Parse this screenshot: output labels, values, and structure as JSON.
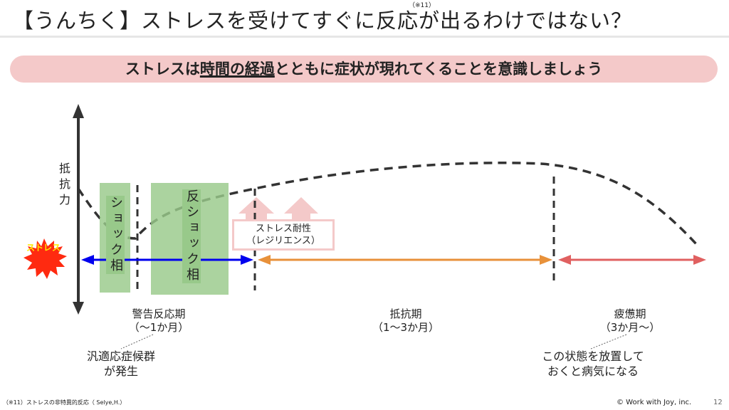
{
  "title": {
    "text": "【うんちく】ストレスを受けてすぐに反応が出るわけではない？",
    "note_ref": "（※11）"
  },
  "banner": {
    "pre": "ストレスは",
    "emphasis": "時間の経過",
    "post": "とともに症状が現れてくることを意識しましょう"
  },
  "diagram": {
    "y_axis_label": "抵抗力",
    "stress_label": "ストレス",
    "shock_phase": "ショック相",
    "counter_shock_phase": "反ショック相",
    "resilience": {
      "line1": "ストレス耐性",
      "line2": "（レジリエンス）"
    },
    "stages": [
      {
        "name": "警告反応期",
        "duration": "（〜1か月）",
        "color": "#0000ee"
      },
      {
        "name": "抵抗期",
        "duration": "（1〜3か月）",
        "color": "#e8913a"
      },
      {
        "name": "疲憊期",
        "duration": "（3か月〜）",
        "color": "#e06060"
      }
    ],
    "notes": [
      {
        "line1": "汎適応症候群",
        "line2": "が発生"
      },
      {
        "line1": "この状態を放置して",
        "line2": "おくと病気になる"
      }
    ]
  },
  "footer": {
    "footnote": "（※11）ストレスの非特異的反応（ Selye,H.）",
    "copyright": "© Work with Joy, inc.",
    "page": "12"
  }
}
